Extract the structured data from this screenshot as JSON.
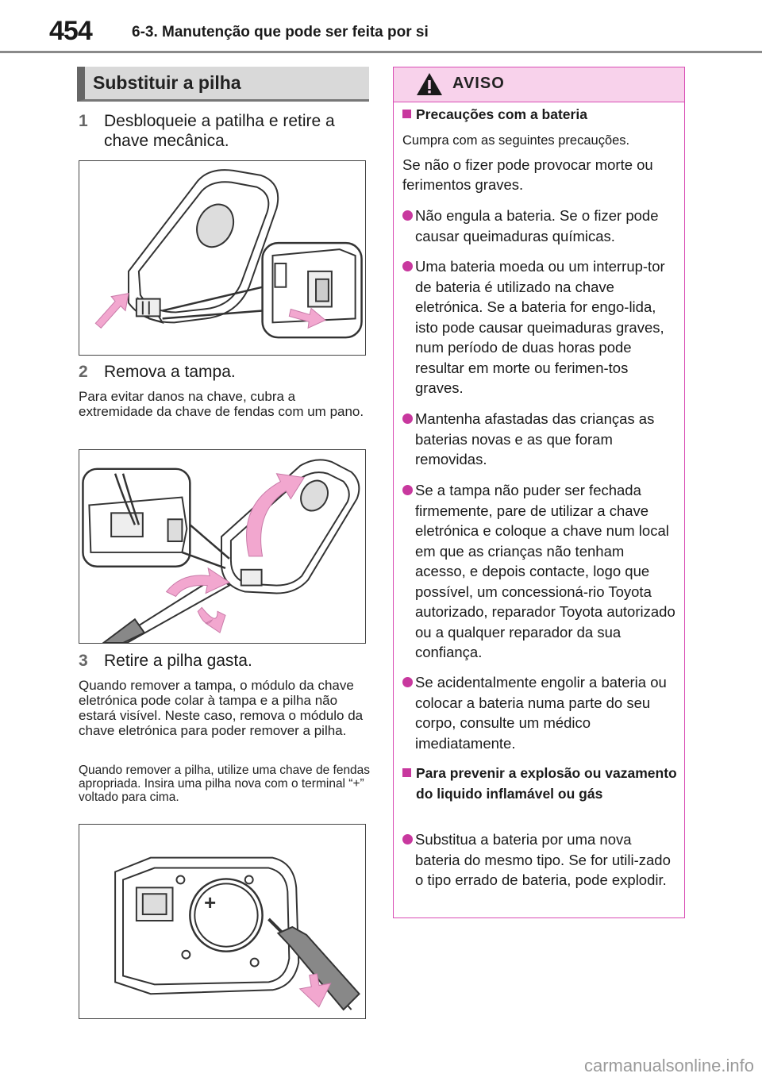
{
  "header": {
    "page_number": "454",
    "chapter_title": "6-3. Manutenção que pode ser feita por si"
  },
  "left": {
    "section_heading": "Substituir a pilha",
    "steps": [
      {
        "num": "1",
        "text": "Desbloqueie a patilha e retire a chave mecânica."
      },
      {
        "num": "2",
        "text": "Remova a tampa."
      },
      {
        "num": "3",
        "text": "Retire a pilha gasta."
      }
    ],
    "notes": {
      "step2": "Para evitar danos na chave, cubra a extremidade da chave de fendas com um pano.",
      "step3a": "Quando remover a tampa, o módulo da chave eletrónica pode colar à tampa e a pilha não estará visível. Neste caso, remova o módulo da chave eletrónica para poder remover a pilha.",
      "step3b": "Quando remover a pilha, utilize uma chave de fendas apropriada. Insira uma pilha nova com o terminal “+” voltado para cima."
    },
    "figure3_plus_label": "+"
  },
  "warning": {
    "title": "AVISO",
    "section1_heading": "Precauções com a bateria",
    "intro1": "Cumpra com as seguintes precauções.",
    "intro2": "Se não o fizer pode provocar morte ou ferimentos graves.",
    "bullets1": [
      "Não engula a bateria. Se o fizer pode causar queimaduras químicas.",
      "Uma bateria moeda ou um interrup-tor de bateria é utilizado na chave eletrónica. Se a bateria for engo-lida, isto pode causar queimaduras graves, num período de duas horas pode resultar em morte ou ferimen-tos graves.",
      "Mantenha afastadas das crianças as baterias novas e as que foram removidas.",
      "Se a tampa não puder ser fechada firmemente, pare de utilizar a chave eletrónica e coloque a chave num local em que as crianças não tenham acesso, e depois contacte, logo que possível, um concessioná-rio Toyota autorizado, reparador Toyota autorizado ou a qualquer reparador da sua confiança.",
      "Se acidentalmente engolir a bateria ou colocar a bateria numa parte do seu corpo, consulte um médico imediatamente."
    ],
    "section2_heading": "Para prevenir a explosão ou vazamento do liquido inflamável ou gás",
    "bullets2": [
      "Substitua a bateria por uma nova bateria do mesmo tipo. Se for utili-zado o tipo errado de bateria, pode explodir."
    ]
  },
  "watermark": "carmanualsonline.info",
  "colors": {
    "accent_magenta": "#c8389e",
    "warning_bg": "#f8d2eb",
    "arrow_pink": "#f2a7cf"
  }
}
